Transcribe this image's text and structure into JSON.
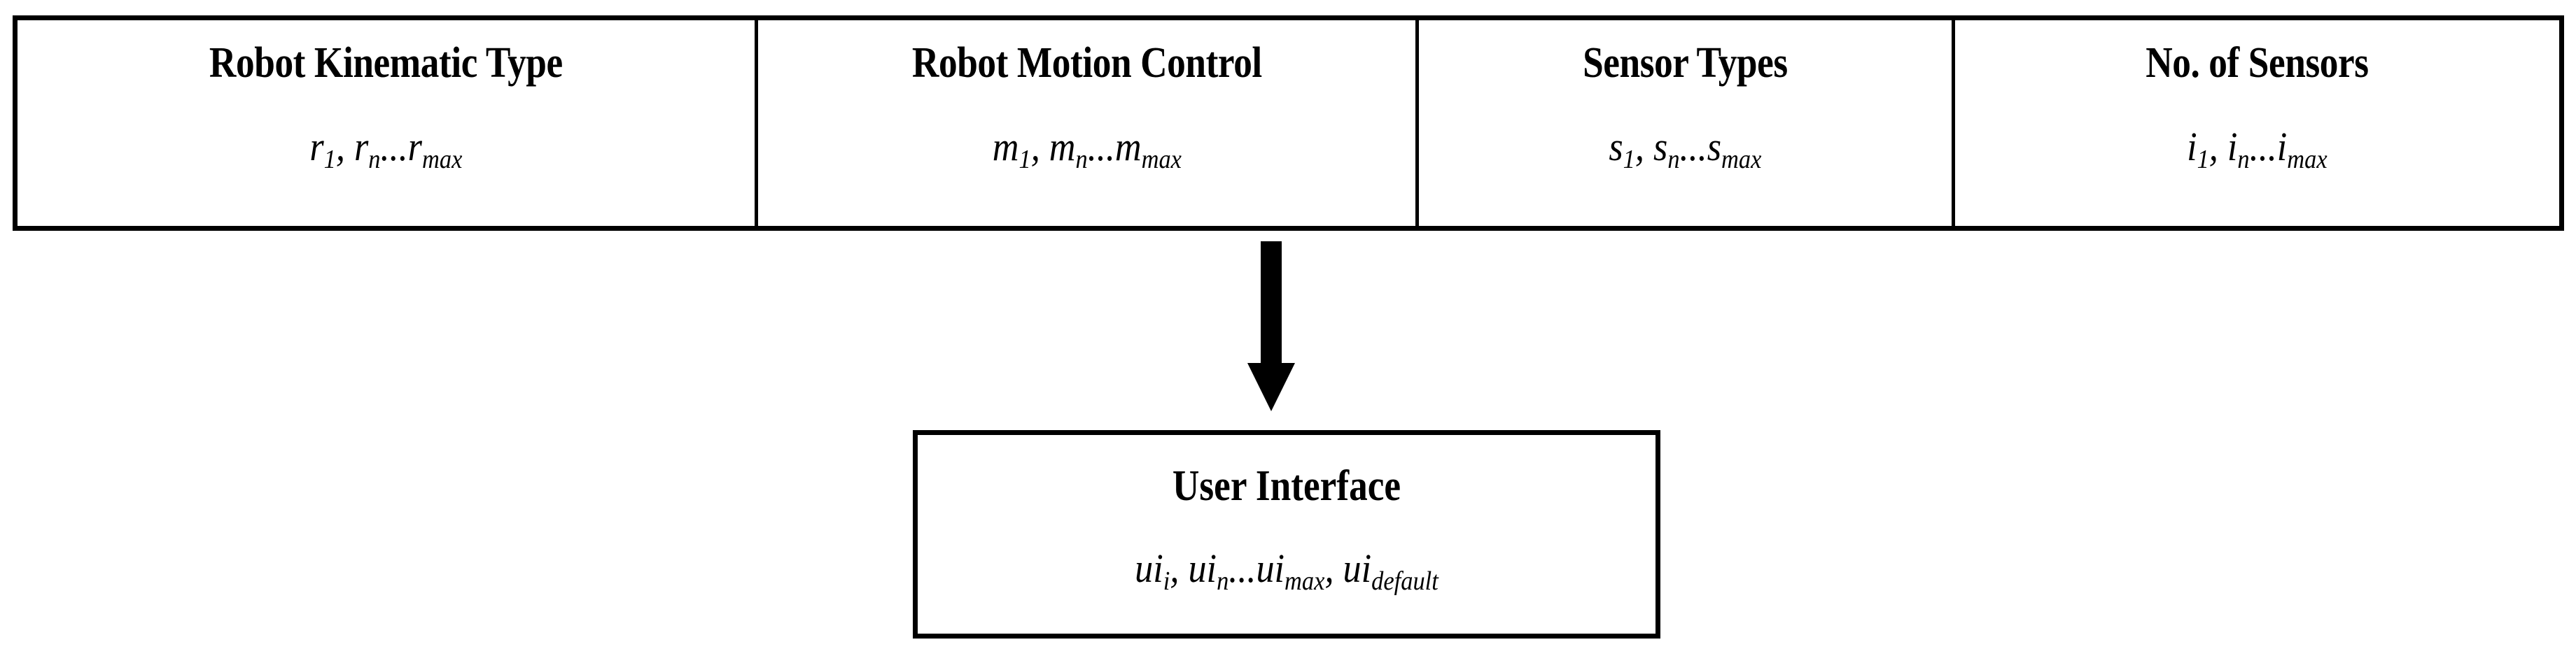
{
  "diagram": {
    "title": "Robot configuration parameters feeding User Interface",
    "line_color": "#000000",
    "background_color": "#ffffff",
    "text_color": "#000000"
  },
  "parameter_table": {
    "columns": [
      {
        "name": "robot-kinematic-type",
        "title": "Robot Kinematic Type",
        "formula": {
          "v1_base": "r",
          "v1_sub": "1",
          "sep1": ", ",
          "v2_base": "r",
          "v2_sub": "n",
          "ellipsis": "...",
          "v3_base": "r",
          "v3_sub": "max"
        },
        "formula_text": "r1, rn...rmax"
      },
      {
        "name": "robot-motion-control",
        "title": "Robot Motion Control",
        "formula": {
          "v1_base": "m",
          "v1_sub": "1",
          "sep1": ", ",
          "v2_base": "m",
          "v2_sub": "n",
          "ellipsis": "...",
          "v3_base": "m",
          "v3_sub": "max"
        },
        "formula_text": "m1, mn...mmax"
      },
      {
        "name": "sensor-types",
        "title": "Sensor Types",
        "formula": {
          "v1_base": "s",
          "v1_sub": "1",
          "sep1": ", ",
          "v2_base": "s",
          "v2_sub": "n",
          "ellipsis": "...",
          "v3_base": "s",
          "v3_sub": "max"
        },
        "formula_text": "s1, sn...smax"
      },
      {
        "name": "no-of-sensors",
        "title": "No. of Sensors",
        "formula": {
          "v1_base": "i",
          "v1_sub": "1",
          "sep1": ", ",
          "v2_base": "i",
          "v2_sub": "n",
          "ellipsis": "...",
          "v3_base": "i",
          "v3_sub": "max"
        },
        "formula_text": "i1, in...imax"
      }
    ]
  },
  "connector": {
    "name": "down-arrow",
    "direction": "down",
    "color": "#000000"
  },
  "output_box": {
    "name": "user-interface",
    "title": "User Interface",
    "formula": {
      "v1_base": "ui",
      "v1_sub": "i",
      "sep1": ", ",
      "v2_base": "ui",
      "v2_sub": "n",
      "ellipsis": "...",
      "v3_base": "ui",
      "v3_sub": "max",
      "sep2": ", ",
      "v4_base": "ui",
      "v4_sub": "default"
    },
    "formula_text": "uii, uin...uimax, uidefault"
  }
}
